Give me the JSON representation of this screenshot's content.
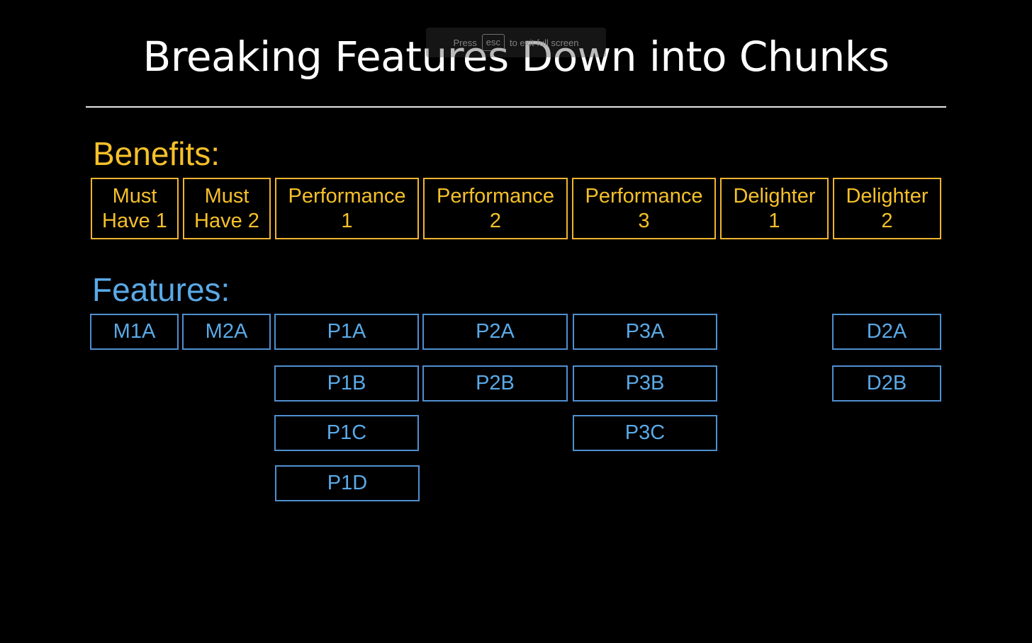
{
  "slide": {
    "title": "Breaking Features Down into Chunks",
    "fullscreen_hint": {
      "before": "Press",
      "key": "esc",
      "after": "to exit full screen"
    },
    "benefits_label": "Benefits:",
    "features_label": "Features:",
    "benefits": [
      "Must\nHave 1",
      "Must\nHave 2",
      "Performance\n1",
      "Performance\n2",
      "Performance\n3",
      "Delighter\n1",
      "Delighter\n2"
    ],
    "features": {
      "m1a": "M1A",
      "m2a": "M2A",
      "p1a": "P1A",
      "p1b": "P1B",
      "p1c": "P1C",
      "p1d": "P1D",
      "p2a": "P2A",
      "p2b": "P2B",
      "p3a": "P3A",
      "p3b": "P3B",
      "p3c": "P3C",
      "d2a": "D2A",
      "d2b": "D2B"
    },
    "colors": {
      "background": "#000000",
      "title": "#ffffff",
      "benefit": "#f5c02a",
      "feature": "#5aa9e6"
    }
  }
}
